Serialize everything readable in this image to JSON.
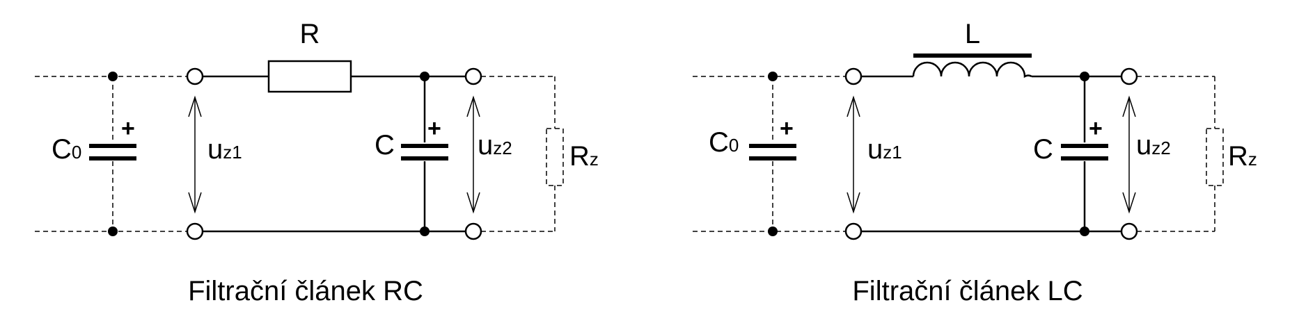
{
  "rc_filter": {
    "caption": "Filtrační článek RC",
    "resistor_label": "R",
    "c0_label_main": "C",
    "c0_label_sub": "0",
    "c_label": "C",
    "uz1_main": "u",
    "uz1_sub": "z1",
    "uz2_main": "u",
    "uz2_sub": "z2",
    "rz_main": "R",
    "rz_sub": "z",
    "plus_sign": "+"
  },
  "lc_filter": {
    "caption": "Filtrační článek LC",
    "inductor_label": "L",
    "c0_label_main": "C",
    "c0_label_sub": "0",
    "c_label": "C",
    "uz1_main": "u",
    "uz1_sub": "z1",
    "uz2_main": "u",
    "uz2_sub": "z2",
    "rz_main": "R",
    "rz_sub": "z",
    "plus_sign": "+"
  }
}
